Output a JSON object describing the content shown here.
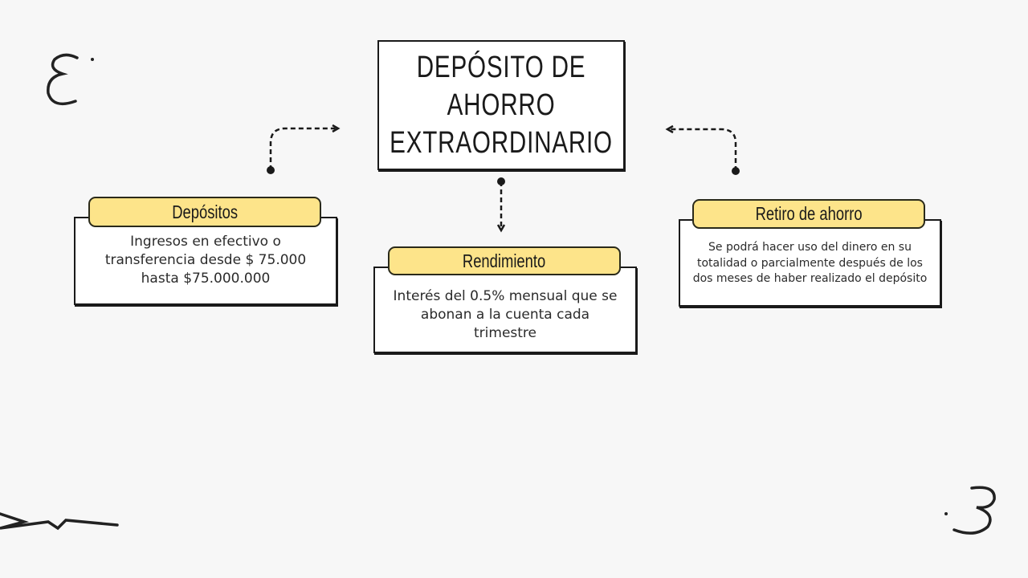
{
  "title": "DEPÓSITO DE\nAHORRO\nEXTRAORDINARIO",
  "cards": [
    {
      "heading": "Depósitos",
      "text": "Ingresos en efectivo o transferencia desde $ 75.000 hasta $75.000.000"
    },
    {
      "heading": "Rendimiento",
      "text": "Interés del 0.5% mensual que se abonan a la cuenta cada trimestre"
    },
    {
      "heading": "Retiro de ahorro",
      "text": "Se podrá hacer uso del dinero en su totalidad o parcialmente después de los dos meses de haber realizado el depósito"
    }
  ],
  "colors": {
    "tab": "#fde48a",
    "background": "#f7f7f7"
  }
}
